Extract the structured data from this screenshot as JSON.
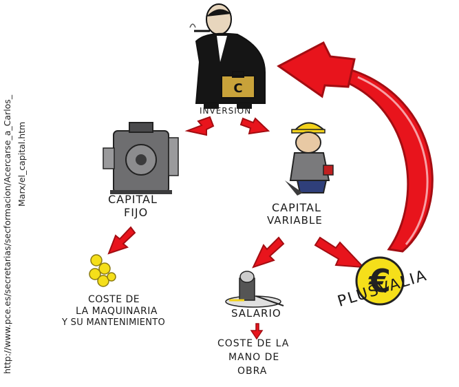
{
  "source": {
    "url_line1": "http://www.pce.es/secretarias/secformacion/Acercarse_a_Carlos_",
    "url_line2": "Marx/el_capital.htm"
  },
  "nodes": {
    "inversion": "INVERSIÓN",
    "capital_fijo_1": "CAPITAL",
    "capital_fijo_2": "FIJO",
    "capital_variable_1": "CAPITAL",
    "capital_variable_2": "VARIABLE",
    "coste_maq_1": "COSTE DE",
    "coste_maq_2": "LA MAQUINARIA",
    "coste_maq_3": "Y SU MANTENIMIENTO",
    "salario": "SALARIO",
    "coste_mano_1": "COSTE DE LA",
    "coste_mano_2": "MANO DE",
    "coste_mano_3": "OBRA",
    "plusvalia": "PLUSVALIA",
    "briefcase_letter": "C",
    "euro_symbol": "€"
  },
  "colors": {
    "arrow_red": "#e8141c",
    "arrow_dark": "#a30d12",
    "coin_yellow": "#f5df1a",
    "helmet_yellow": "#f2d21c",
    "suit_black": "#151515",
    "machine_grey": "#6e6e70"
  },
  "icons": [
    "capitalist-figure-icon",
    "briefcase-icon",
    "machine-icon",
    "worker-icon",
    "coins-icon",
    "plate-icon",
    "euro-coin-icon"
  ]
}
